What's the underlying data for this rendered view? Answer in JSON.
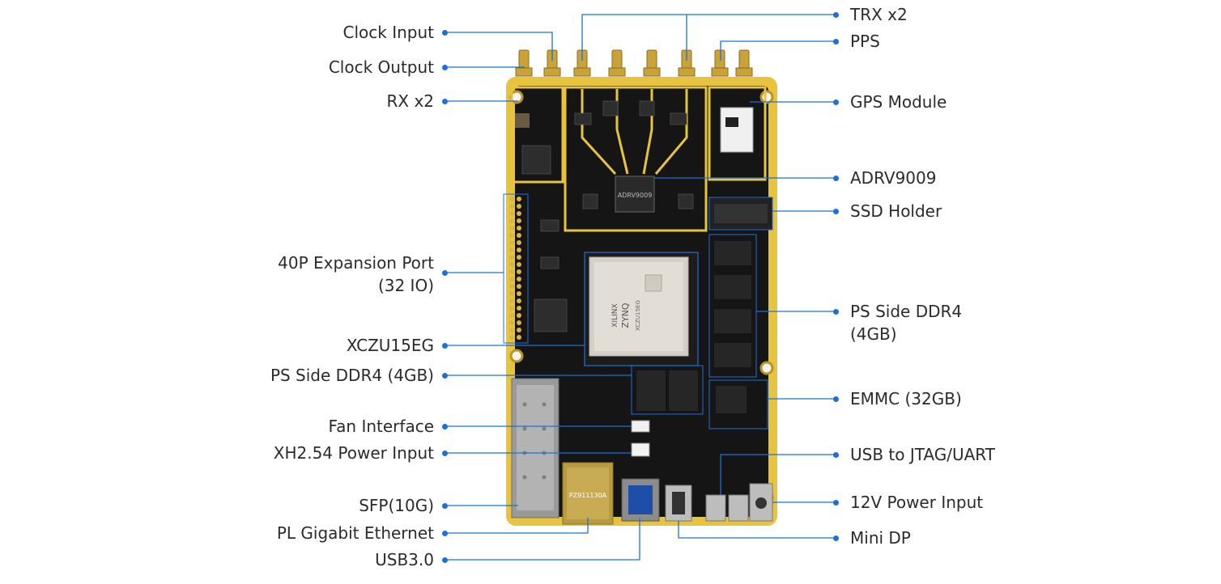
{
  "left_labels": [
    {
      "id": "clock-input",
      "text": "Clock Input"
    },
    {
      "id": "clock-output",
      "text": "Clock Output"
    },
    {
      "id": "rx-x2",
      "text": "RX x2"
    },
    {
      "id": "expansion-port",
      "text": "40P Expansion Port",
      "text2": "(32 IO)"
    },
    {
      "id": "xczu15eg",
      "text": "XCZU15EG"
    },
    {
      "id": "ps-ddr4-left",
      "text": "PS Side DDR4 (4GB)"
    },
    {
      "id": "fan-interface",
      "text": "Fan Interface"
    },
    {
      "id": "xh254-power",
      "text": "XH2.54 Power Input"
    },
    {
      "id": "sfp",
      "text": "SFP(10G)"
    },
    {
      "id": "pl-ethernet",
      "text": "PL Gigabit Ethernet"
    },
    {
      "id": "usb30",
      "text": "USB3.0"
    }
  ],
  "right_labels": [
    {
      "id": "trx-x2",
      "text": "TRX x2"
    },
    {
      "id": "pps",
      "text": "PPS"
    },
    {
      "id": "gps-module",
      "text": "GPS Module"
    },
    {
      "id": "adrv9009",
      "text": "ADRV9009"
    },
    {
      "id": "ssd-holder",
      "text": "SSD Holder"
    },
    {
      "id": "ps-ddr4-right",
      "text": "PS Side DDR4",
      "text2": "(4GB)"
    },
    {
      "id": "emmc",
      "text": "EMMC (32GB)"
    },
    {
      "id": "usb-jtag-uart",
      "text": "USB to JTAG/UART"
    },
    {
      "id": "power-12v",
      "text": "12V Power Input"
    },
    {
      "id": "mini-dp",
      "text": "Mini DP"
    }
  ],
  "chip_text": {
    "fpga_brand": "XILINX",
    "fpga_family": "ZYNQ",
    "fpga_part": "XCZU15EG",
    "rf_chip": "ADRV9009",
    "eth_jack": "PZ911130A"
  },
  "colors": {
    "board_gold": "#e8c33d",
    "board_black": "#151515",
    "callout_blue": "#1f6fd6",
    "label_text": "#2b2b2b"
  }
}
